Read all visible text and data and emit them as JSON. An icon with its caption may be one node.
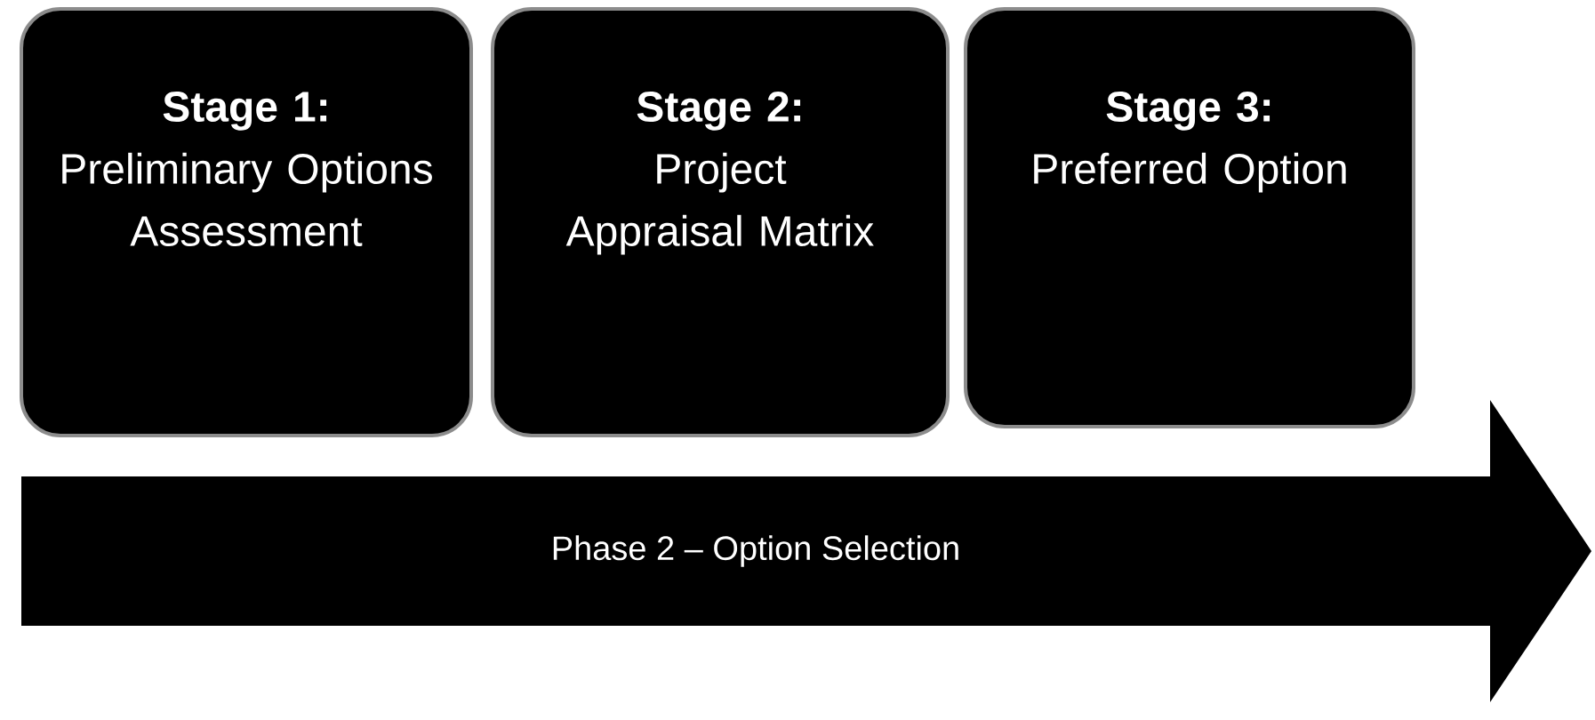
{
  "diagram": {
    "nodes": [
      {
        "text": [
          "Stage 1:",
          "Preliminary Options Assessment"
        ]
      },
      {
        "text": [
          "Stage 2:",
          "Project Appraisal Matrix"
        ]
      },
      {
        "text": [
          "Stage 3:",
          "Preferred Option"
        ]
      },
      {
        "text": [
          "Phase 2 – Option Selection"
        ]
      }
    ]
  }
}
